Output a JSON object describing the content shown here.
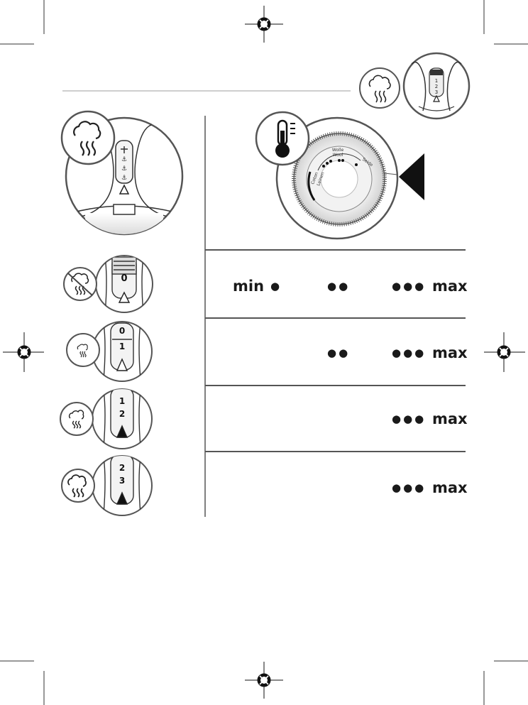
{
  "dial": {
    "label_top": "Wolle",
    "label_top2": "Wool",
    "label_right": "Seide",
    "label_left": "Coton",
    "label_left2": "Leinen"
  },
  "steam_settings": {
    "rows": [
      {
        "icon": "no-steam-icon",
        "control_digit_primary": "0",
        "levels": [
          "min",
          "●",
          "●●",
          "●●●",
          "max"
        ]
      },
      {
        "icon": "steam-low-icon",
        "control_digit_primary": "0",
        "control_digit_secondary": "1",
        "levels": [
          "●●",
          "●●●",
          "max"
        ]
      },
      {
        "icon": "steam-medium-icon",
        "control_digit_primary": "1",
        "control_digit_secondary": "2",
        "levels": [
          "●●●",
          "max"
        ]
      },
      {
        "icon": "steam-high-icon",
        "control_digit_primary": "2",
        "control_digit_secondary": "3",
        "levels": [
          "●●●",
          "max"
        ]
      }
    ]
  },
  "colors": {
    "rule": "#bdbdbd",
    "line": "#555555",
    "ink": "#1a1a1a"
  }
}
